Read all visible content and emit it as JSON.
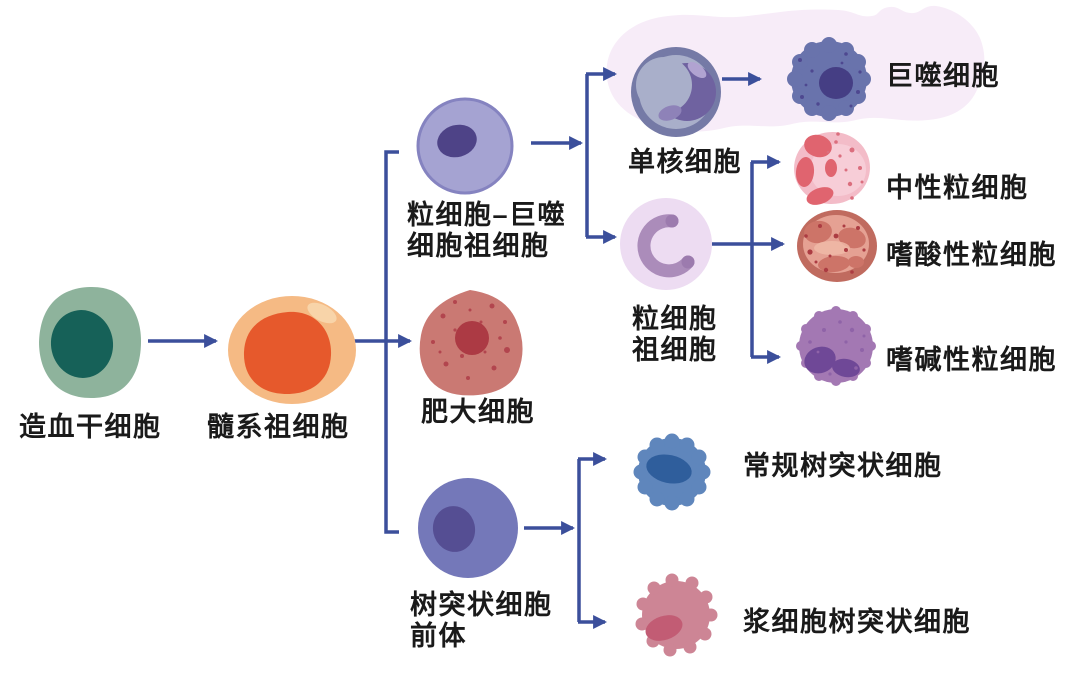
{
  "labels": {
    "hsc": "造血干细胞",
    "myeloid_progenitor": "髓系祖细胞",
    "gmp_line1": "粒细胞–巨噬",
    "gmp_line2": "细胞祖细胞",
    "monocyte": "单核细胞",
    "macrophage": "巨噬细胞",
    "neutrophil": "中性粒细胞",
    "granulocyte_progenitor_line1": "粒细胞",
    "granulocyte_progenitor_line2": "祖细胞",
    "eosinophil": "嗜酸性粒细胞",
    "basophil": "嗜碱性粒细胞",
    "mast_cell": "肥大细胞",
    "dc_precursor_line1": "树突状细胞",
    "dc_precursor_line2": "前体",
    "conventional_dc": "常规树突状细胞",
    "plasmacytoid_dc": "浆细胞树突状细胞"
  },
  "colors": {
    "arrow": "#3B4F9B",
    "text": "#1a1a1a",
    "background_blob": "#F7ECF8",
    "hsc_body": "#8EB39C",
    "hsc_nucleus": "#166158",
    "myeloid_body": "#F5BA84",
    "myeloid_nucleus": "#E6592C",
    "myeloid_highlight": "#F8D4A9",
    "gmp_body": "#A5A3D2",
    "gmp_border": "#8583C0",
    "gmp_nucleus": "#4E4387",
    "mast_body": "#CA7973",
    "mast_nucleus": "#AC3A44",
    "mast_speckle": "#B2454E",
    "monocyte_ring": "#757AA6",
    "monocyte_body": "#A9AFCA",
    "monocyte_nucleus": "#6F62A0",
    "macrophage_body": "#6973AC",
    "macrophage_nucleus": "#453E84",
    "macrophage_speckle": "#4E4890",
    "granprog_body": "#EDDCF2",
    "granprog_nucleus": "#AB8CBA",
    "neutrophil_body": "#F3BCC8",
    "neutrophil_inner": "#F7CDD7",
    "neutrophil_nucleus": "#E0646F",
    "neutrophil_dot": "#DB6E7E",
    "eosinophil_rim": "#C06B5F",
    "eosinophil_body": "#E5A193",
    "eosinophil_patch": "#CD7468",
    "eosinophil_dot": "#AC3C42",
    "basophil_body": "#A378B3",
    "basophil_nucleus": "#6F4897",
    "basophil_dot": "#8F63A8",
    "dcprecursor_body": "#7478B9",
    "dcprecursor_nucleus": "#554E93",
    "cdc_body": "#5F86BC",
    "cdc_nucleus": "#2F5E9C",
    "pdc_body": "#CD8595",
    "pdc_nucleus": "#C25C74"
  }
}
